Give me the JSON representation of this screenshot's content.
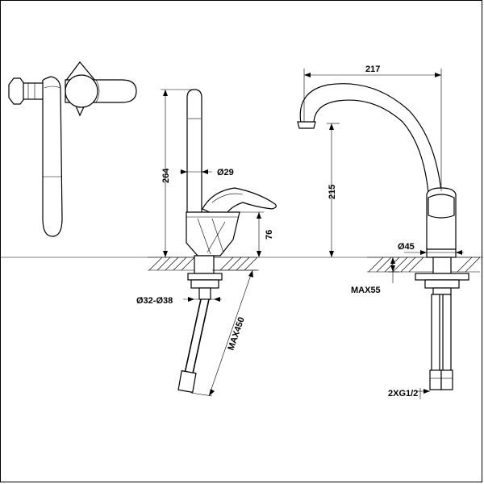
{
  "dimensions": {
    "height_total": "264",
    "spout_diameter": "Ø29",
    "base_height": "76",
    "hole_range": "Ø32-Ø38",
    "hose_length": "MAX450",
    "reach": "217",
    "spout_height": "215",
    "base_diameter": "Ø45",
    "counter_thickness": "MAX55",
    "connection": "2XG1/2"
  },
  "colors": {
    "line": "#000000",
    "background": "#ffffff"
  }
}
